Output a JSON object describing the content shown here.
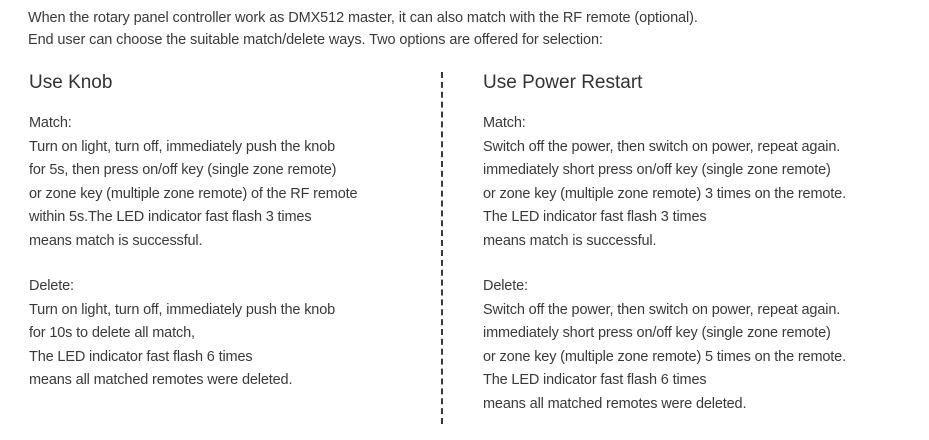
{
  "intro": {
    "line1": "When the rotary panel controller work as DMX512 master, it can also match with the RF remote (optional).",
    "line2": "End user can choose the suitable match/delete ways. Two options are offered for selection:"
  },
  "left": {
    "title": "Use Knob",
    "match": {
      "label": "Match:",
      "lines": [
        "Turn on light, turn off, immediately push the knob",
        "for 5s, then press on/off key (single zone remote)",
        "or zone key (multiple zone remote) of the RF remote",
        "within 5s.The LED indicator fast flash 3 times",
        "means match is successful."
      ]
    },
    "delete": {
      "label": "Delete:",
      "lines": [
        "Turn on light, turn off, immediately push the knob",
        "for 10s to delete all match,",
        "The LED indicator fast flash 6 times",
        "means all matched remotes were deleted."
      ]
    }
  },
  "right": {
    "title": "Use Power Restart",
    "match": {
      "label": "Match:",
      "lines": [
        "Switch off the power, then switch on power, repeat again.",
        "immediately short press on/off key (single zone remote)",
        "or zone key (multiple zone remote) 3 times on the remote.",
        "The LED indicator fast flash 3 times",
        "means match is successful."
      ]
    },
    "delete": {
      "label": "Delete:",
      "lines": [
        "Switch off the power, then switch on power, repeat again.",
        "immediately short press on/off key (single zone remote)",
        "or zone key (multiple zone remote) 5 times on the remote.",
        "The LED indicator fast flash 6 times",
        "means all matched remotes were deleted."
      ]
    }
  }
}
